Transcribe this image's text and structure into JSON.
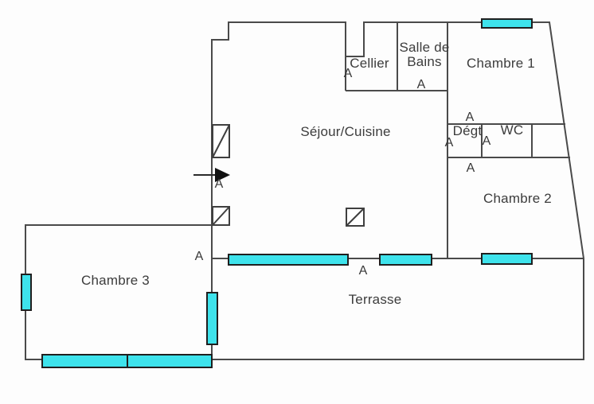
{
  "colors": {
    "window_fill": "#3ee3ec",
    "window_border": "#1f1f1f",
    "wall": "#4a4a4a",
    "text": "#3c3c3c"
  },
  "rooms": {
    "cellier": {
      "label": "Cellier"
    },
    "salle_de_bains": {
      "label": "Salle de Bains"
    },
    "chambre_1": {
      "label": "Chambre 1"
    },
    "sejour_cuisine": {
      "label": "Séjour/Cuisine"
    },
    "degt": {
      "label": "Dégt"
    },
    "wc": {
      "label": "WC"
    },
    "chambre_2": {
      "label": "Chambre 2"
    },
    "chambre_3": {
      "label": "Chambre 3"
    },
    "terrasse": {
      "label": "Terrasse"
    }
  },
  "annotations": {
    "marker": "A"
  }
}
